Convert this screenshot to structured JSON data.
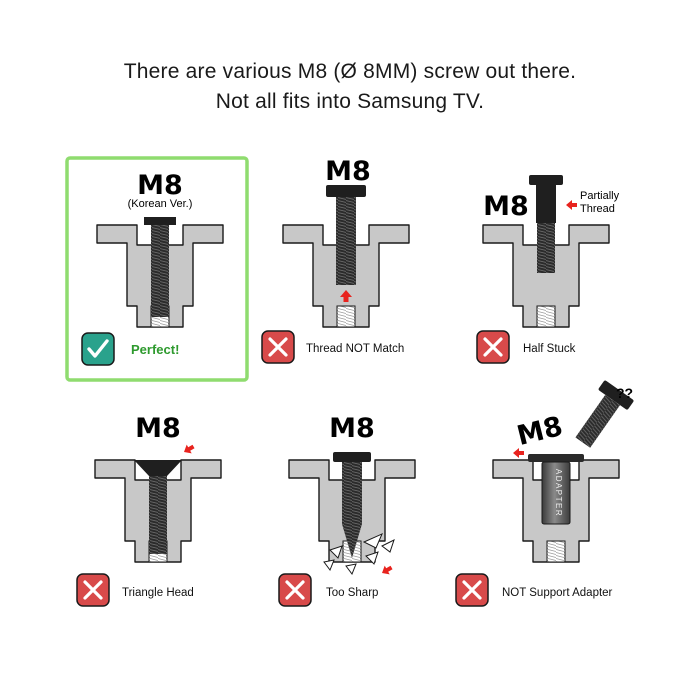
{
  "headline": {
    "line1": "There are various M8 (Ø 8MM) screw out there.",
    "line2": "Not all fits into Samsung TV."
  },
  "colors": {
    "accent_green": "#8fdc6f",
    "success_teal": "#2aa28c",
    "success_text": "#2e9a2e",
    "error_red": "#d84a4a",
    "wall_gray": "#c8c8c8",
    "arrow_red": "#e8231e"
  },
  "panels": [
    {
      "id": "korean",
      "title": "M8",
      "subtitle": "(Korean Ver.)",
      "status": "Perfect!",
      "result": "pass",
      "selected": true
    },
    {
      "id": "thread",
      "title": "M8",
      "status": "Thread NOT Match",
      "result": "fail"
    },
    {
      "id": "half",
      "title": "M8",
      "note_line1": "Partially",
      "note_line2": "Thread",
      "status": "Half Stuck",
      "result": "fail"
    },
    {
      "id": "triangle",
      "title": "M8",
      "status": "Triangle Head",
      "result": "fail"
    },
    {
      "id": "sharp",
      "title": "M8",
      "status": "Too Sharp",
      "result": "fail"
    },
    {
      "id": "adapter",
      "title": "M8",
      "adapter_label": "ADAPTER",
      "question": "??",
      "status": "NOT Support Adapter",
      "result": "fail"
    }
  ]
}
